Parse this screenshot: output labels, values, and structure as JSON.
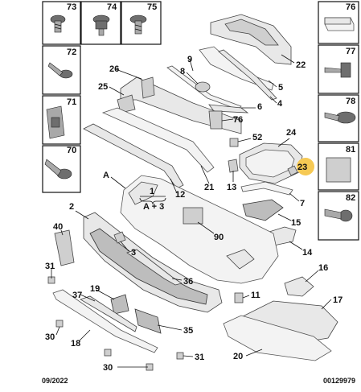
{
  "footer": {
    "date": "09/2022",
    "code": "00129979"
  },
  "callouts": {
    "c1": "1",
    "c2": "2",
    "c3": "3",
    "c4": "4",
    "c5": "5",
    "c6": "6",
    "c7": "7",
    "c8": "8",
    "c9": "9",
    "c11": "11",
    "c12": "12",
    "c13": "13",
    "c14": "14",
    "c15": "15",
    "c16": "16",
    "c17": "17",
    "c18": "18",
    "c19": "19",
    "c20": "20",
    "c21": "21",
    "c22": "22",
    "c23": "23",
    "c24": "24",
    "c25": "25",
    "c26": "26",
    "c30a": "30",
    "c30b": "30",
    "c31a": "31",
    "c31b": "31",
    "c35": "35",
    "c36": "36",
    "c37": "37",
    "c40": "40",
    "c52": "52",
    "c76": "76",
    "c90": "90",
    "cA": "A",
    "cA3": "A + 3"
  },
  "boxes": {
    "b73": "73",
    "b74": "74",
    "b75": "75",
    "b72": "72",
    "b71": "71",
    "b70": "70",
    "b76": "76",
    "b77": "77",
    "b78": "78",
    "b81": "81",
    "b82": "82"
  },
  "highlight_color": "#f6c954"
}
